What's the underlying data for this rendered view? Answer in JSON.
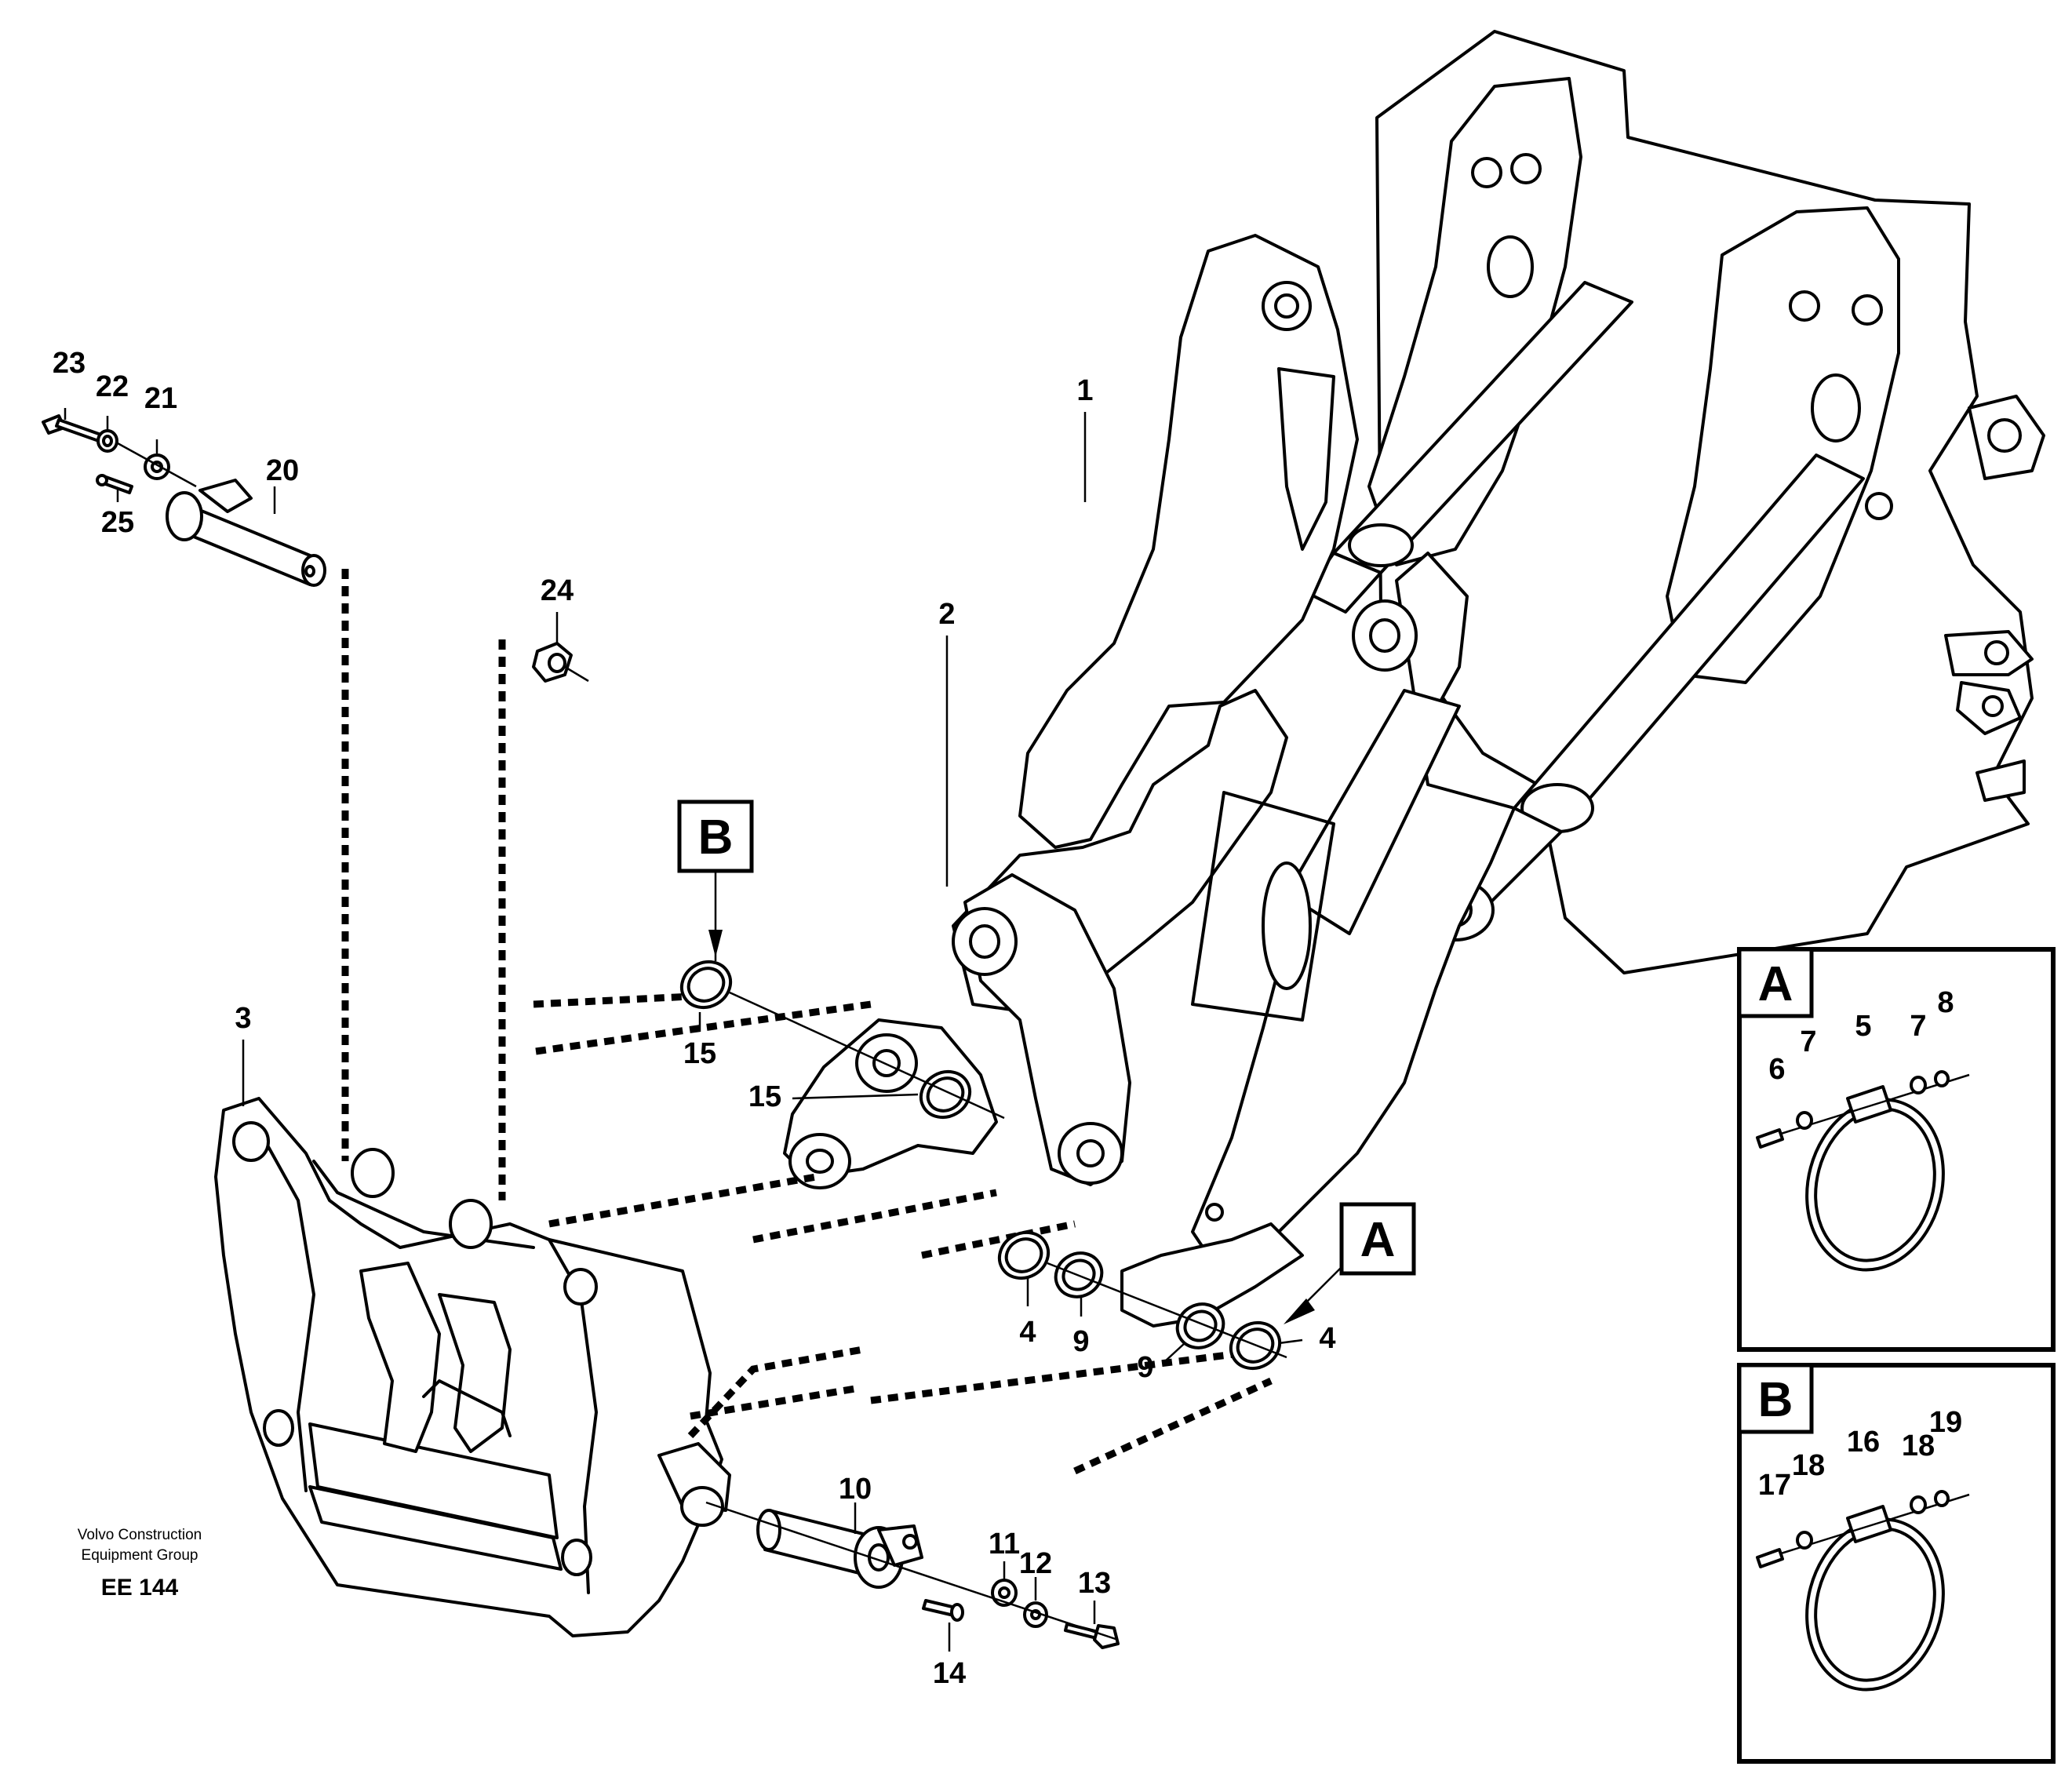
{
  "diagram": {
    "part_labels": [
      "1",
      "2",
      "3",
      "4",
      "4",
      "5",
      "6",
      "7",
      "7",
      "8",
      "9",
      "9",
      "10",
      "11",
      "12",
      "13",
      "14",
      "15",
      "15",
      "16",
      "17",
      "18",
      "18",
      "19",
      "20",
      "21",
      "22",
      "23",
      "24",
      "25"
    ],
    "callouts": {
      "a": "A",
      "b": "B"
    },
    "detail_titles": {
      "a": "A",
      "b": "B"
    },
    "footer": {
      "company_line1": "Volvo Construction",
      "company_line2": "Equipment Group",
      "code": "EE 144"
    }
  }
}
